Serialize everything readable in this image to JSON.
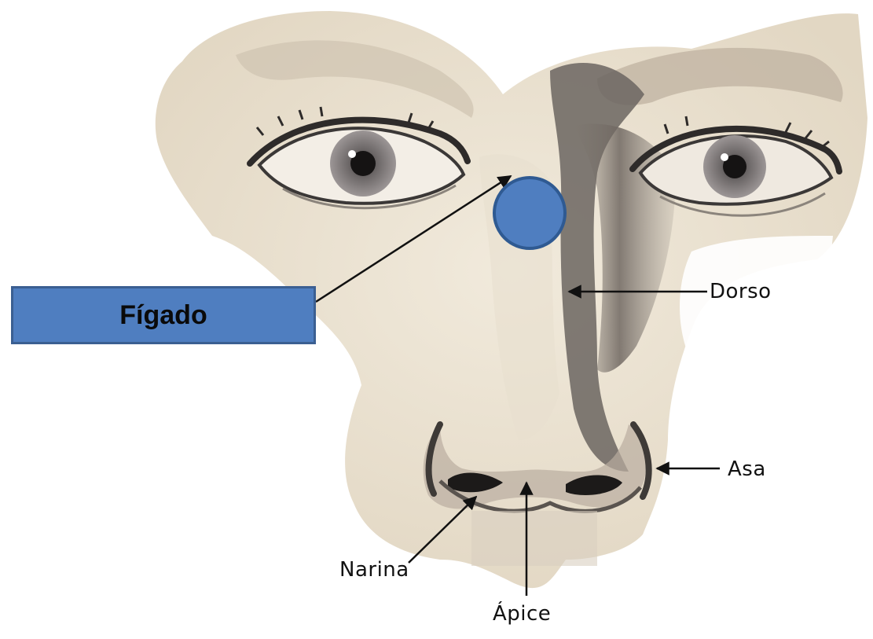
{
  "callout": {
    "label": "Fígado",
    "fill": "#4f7ec0",
    "border": "#3b5f92",
    "marker_color": "#4f7ec0"
  },
  "labels": {
    "dorso": "Dorso",
    "asa": "Asa",
    "narina": "Narina",
    "apice": "Ápice"
  }
}
